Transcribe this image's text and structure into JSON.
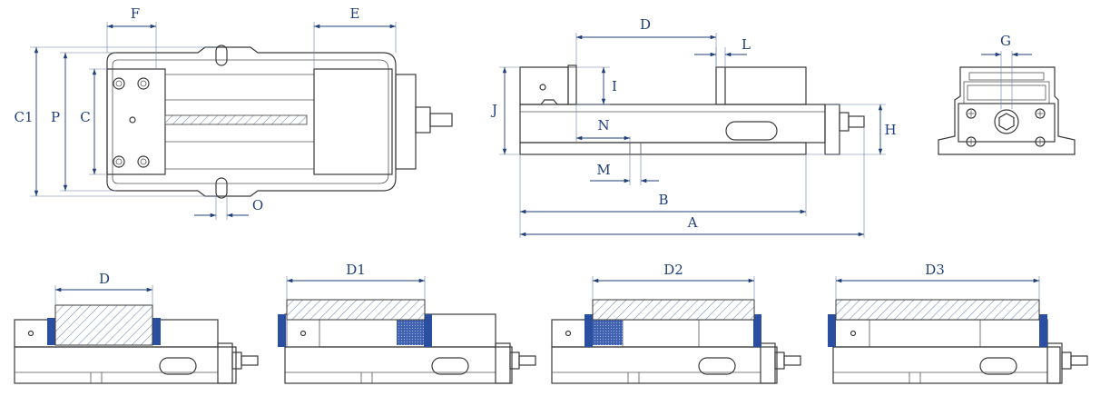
{
  "colors": {
    "outline": "#3a3a3a",
    "dimension": "#1f3f7a",
    "jaw_blue": "#2b4fa0",
    "hatch": "#7a8fb8"
  },
  "top_view": {
    "labels": {
      "F": "F",
      "E": "E",
      "C1": "C1",
      "P": "P",
      "C": "C",
      "O": "O"
    }
  },
  "side_view": {
    "labels": {
      "D": "D",
      "L": "L",
      "I": "I",
      "J": "J",
      "N": "N",
      "H": "H",
      "M": "M",
      "B": "B",
      "A": "A"
    }
  },
  "end_view": {
    "labels": {
      "G": "G"
    }
  },
  "configurations": [
    {
      "label": "D"
    },
    {
      "label": "D1"
    },
    {
      "label": "D2"
    },
    {
      "label": "D3"
    }
  ]
}
